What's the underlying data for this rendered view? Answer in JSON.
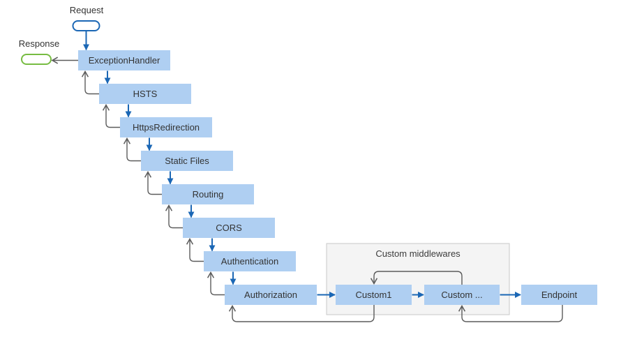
{
  "colors": {
    "flow_blue": "#1B67B5",
    "return_gray": "#5B5B5B",
    "node_fill": "#AFCFF2",
    "request_pill_border": "#1B67B5",
    "response_pill_border": "#77BC42",
    "group_fill": "#F4F4F4",
    "group_border": "#C9C9C9",
    "text": "#333333"
  },
  "terminals": {
    "request": {
      "label": "Request"
    },
    "response": {
      "label": "Response"
    }
  },
  "pipeline": [
    {
      "label": "ExceptionHandler"
    },
    {
      "label": "HSTS"
    },
    {
      "label": "HttpsRedirection"
    },
    {
      "label": "Static Files"
    },
    {
      "label": "Routing"
    },
    {
      "label": "CORS"
    },
    {
      "label": "Authentication"
    },
    {
      "label": "Authorization"
    }
  ],
  "custom_group": {
    "label": "Custom middlewares",
    "nodes": [
      {
        "label": "Custom1"
      },
      {
        "label": "Custom ..."
      }
    ]
  },
  "endpoint": {
    "label": "Endpoint"
  }
}
